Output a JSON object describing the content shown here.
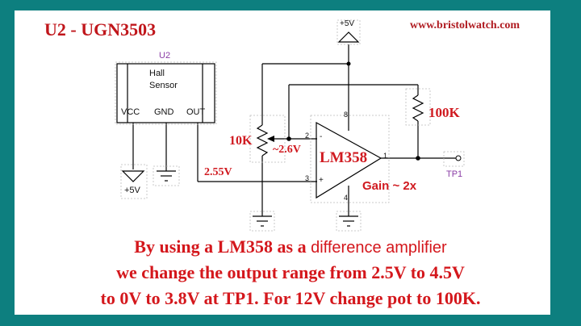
{
  "header": {
    "title": "U2 - UGN3503",
    "website": "www.bristolwatch.com"
  },
  "schematic": {
    "hall_sensor": {
      "ref": "U2",
      "name_line1": "Hall",
      "name_line2": "Sensor",
      "pins": [
        "VCC",
        "GND",
        "OUT"
      ]
    },
    "supply_top": "+5V",
    "supply_left": "+5V",
    "pot": {
      "value": "10K",
      "wiper_voltage": "~2.6V"
    },
    "sensor_out_voltage": "2.55V",
    "opamp": {
      "name": "LM358",
      "pin_inverting": "2",
      "pin_noninverting": "3",
      "pin_out": "1",
      "pin_vcc": "8",
      "pin_gnd": "4",
      "minus_sign": "-",
      "plus_sign": "+"
    },
    "feedback_resistor": "100K",
    "gain": "Gain ~ 2x",
    "test_point": "TP1"
  },
  "caption": {
    "line1_serif": "By using a LM358 as a",
    "line1_sans": "difference amplifier",
    "line2": "we change the output range from 2.5V to 4.5V",
    "line3": "to 0V to 3.8V at TP1. For 12V change pot to 100K."
  },
  "colors": {
    "background": "#0d7f7f",
    "panel": "#ffffff",
    "accent_red": "#d01a20",
    "label_purple": "#8a3da6"
  }
}
